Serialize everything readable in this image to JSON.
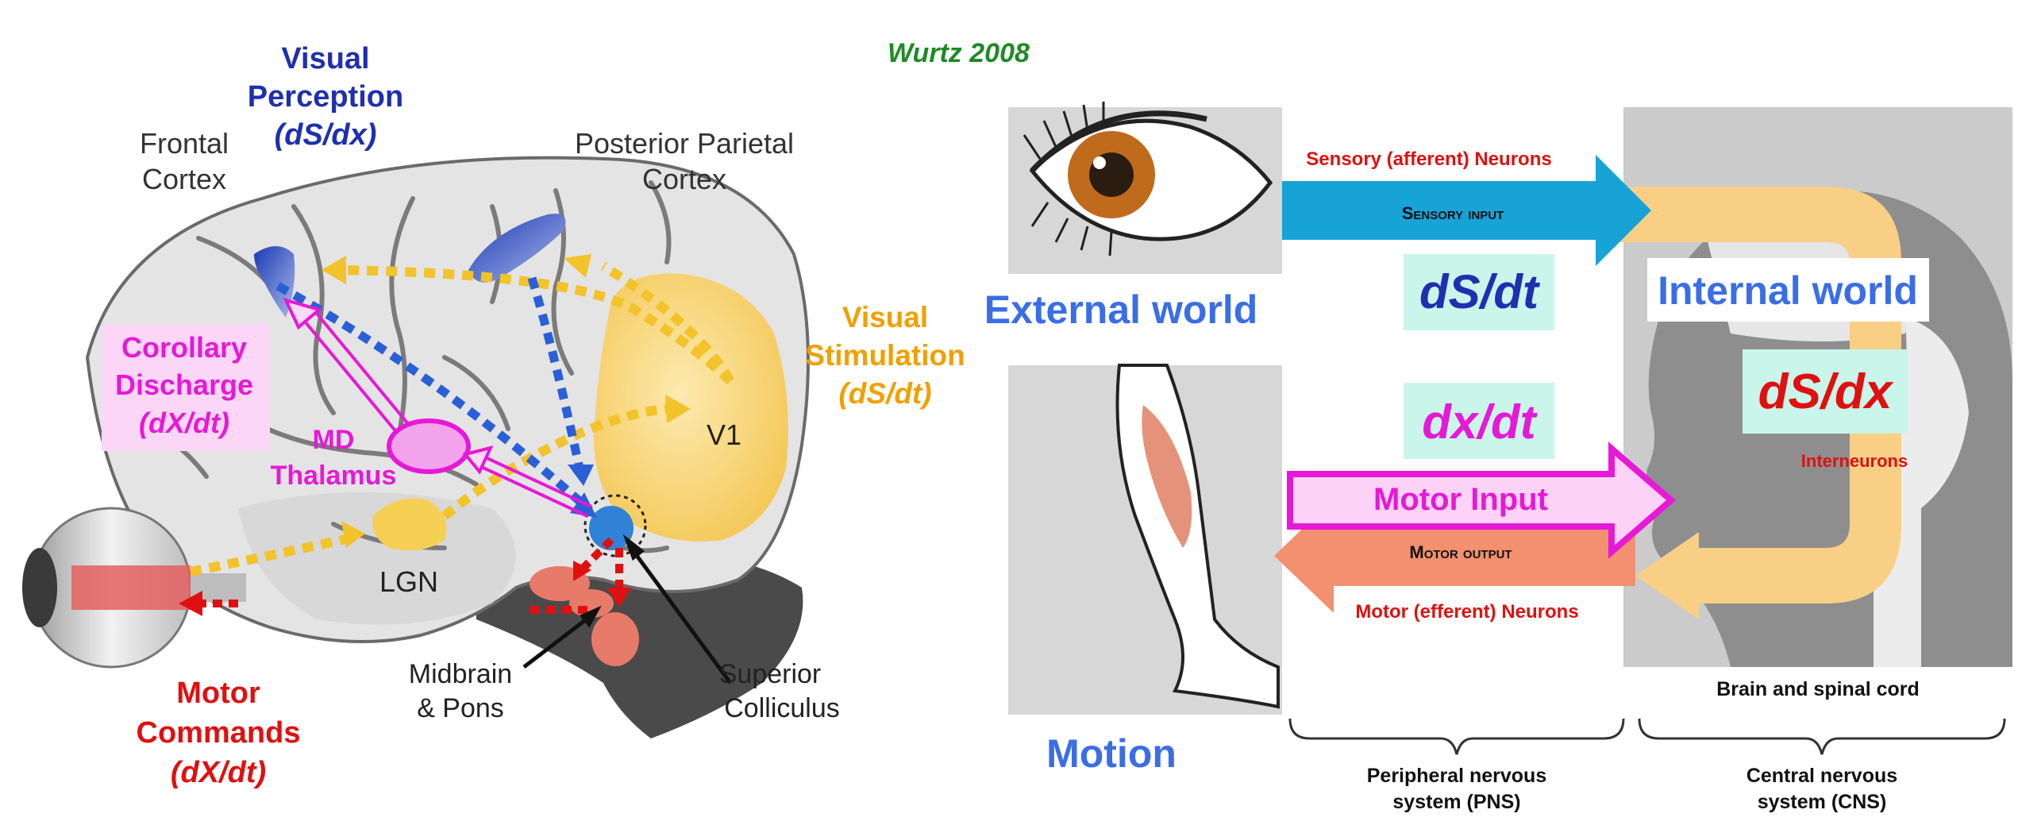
{
  "citation": "Wurtz 2008",
  "left_panel": {
    "visual_perception": {
      "line1": "Visual",
      "line2": "Perception",
      "formula": "(dS/dx)"
    },
    "frontal_cortex": {
      "line1": "Frontal",
      "line2": "Cortex"
    },
    "posterior_parietal_cortex": {
      "line1": "Posterior Parietal",
      "line2": "Cortex"
    },
    "corollary_discharge": {
      "line1": "Corollary",
      "line2": "Discharge",
      "formula": "(dX/dt)"
    },
    "md_thalamus": {
      "line1": "MD",
      "line2": "Thalamus"
    },
    "visual_stimulation": {
      "line1": "Visual",
      "line2": "Stimulation",
      "formula": "(dS/dt)"
    },
    "v1": "V1",
    "lgn": "LGN",
    "midbrain_pons": {
      "line1": "Midbrain",
      "line2": "& Pons"
    },
    "superior_colliculus": {
      "line1": "Superior",
      "line2": "Colliculus"
    },
    "motor_commands": {
      "line1": "Motor",
      "line2": "Commands",
      "formula": "(dX/dt)"
    }
  },
  "right_panel": {
    "sensory_neurons": "Sensory (afferent) Neurons",
    "sensory_input": "Sensory input",
    "ds_dt": "dS/dt",
    "external_world": "External world",
    "internal_world": "Internal world",
    "ds_dx": "dS/dx",
    "dx_dt": "dx/dt",
    "interneurons": "Interneurons",
    "motor_input": "Motor Input",
    "motor_output": "Motor output",
    "motor_neurons": "Motor (efferent) Neurons",
    "motion": "Motion",
    "brain_spinal": "Brain and spinal cord",
    "pns": {
      "line1": "Peripheral nervous",
      "line2": "system (PNS)"
    },
    "cns": {
      "line1": "Central nervous",
      "line2": "system (CNS)"
    }
  },
  "colors": {
    "blue_label": "#1f2fb0",
    "magenta": "#e619d6",
    "orange": "#f0a000",
    "red": "#e01010",
    "sensory_arrow": "#18a3d6",
    "motor_out_arrow": "#f29070",
    "cns_loop": "#f9cf86",
    "formula_bg": "#c9f5ea"
  }
}
